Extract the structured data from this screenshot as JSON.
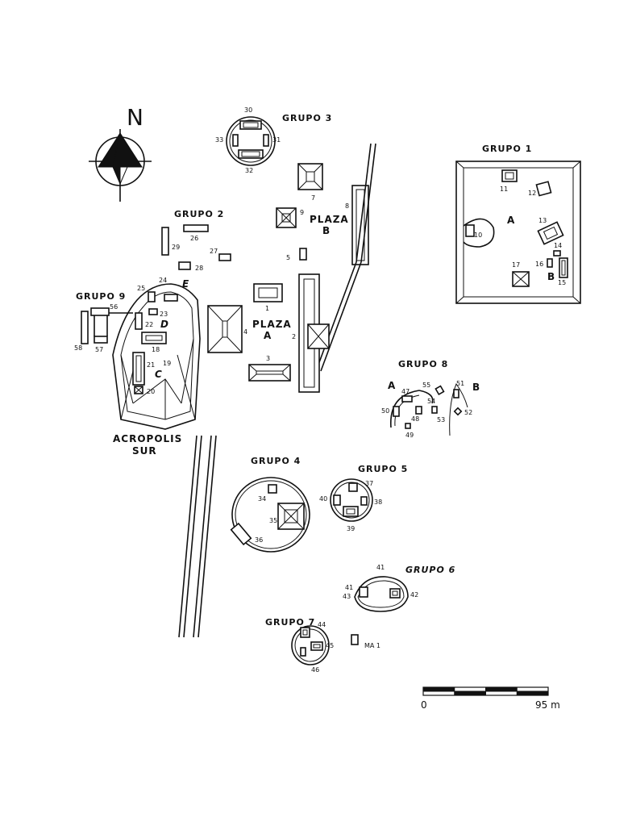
{
  "north": "N",
  "groups": {
    "g1": "GRUPO 1",
    "g2": "GRUPO 2",
    "g3": "GRUPO 3",
    "g4": "GRUPO 4",
    "g5": "GRUPO 5",
    "g6": "GRUPO 6",
    "g7": "GRUPO 7",
    "g8": "GRUPO 8",
    "g9": "GRUPO 9"
  },
  "plazas": {
    "a_word": "PLAZA",
    "a_letter": "A",
    "b_word": "PLAZA",
    "b_letter": "B"
  },
  "acropolis": {
    "line1": "ACROPOLIS",
    "line2": "SUR"
  },
  "letters": {
    "c": "C",
    "d": "D",
    "e": "E",
    "g1a": "A",
    "g1b": "B",
    "g8a": "A",
    "g8b": "B"
  },
  "structure_numbers": {
    "n1": "1",
    "n2": "2",
    "n3": "3",
    "n4": "4",
    "n5": "5",
    "n7": "7",
    "n8": "8",
    "n9": "9",
    "n10": "10",
    "n11": "11",
    "n12": "12",
    "n13": "13",
    "n14": "14",
    "n15": "15",
    "n16": "16",
    "n17": "17",
    "n18": "18",
    "n19": "19",
    "n20": "20",
    "n21": "21",
    "n22": "22",
    "n23": "23",
    "n24": "24",
    "n25": "25",
    "n26": "26",
    "n27": "27",
    "n28": "28",
    "n29": "29",
    "n30": "30",
    "n31": "31",
    "n32": "32",
    "n33": "33",
    "n34": "34",
    "n35": "35",
    "n36": "36",
    "n37": "37",
    "n38": "38",
    "n39": "39",
    "n40": "40",
    "n41a": "41",
    "n41b": "41",
    "n42": "42",
    "n43": "43",
    "n44": "44",
    "n45": "45",
    "n46": "46",
    "n47": "47",
    "n48": "48",
    "n49": "49",
    "n50": "50",
    "n51": "51",
    "n52": "52",
    "n53": "53",
    "n54": "54",
    "n55": "55",
    "n56": "56",
    "n57": "57",
    "n58": "58",
    "ma1": "MA 1"
  },
  "scale": {
    "start": "0",
    "end": "95 m",
    "segments": 4
  }
}
